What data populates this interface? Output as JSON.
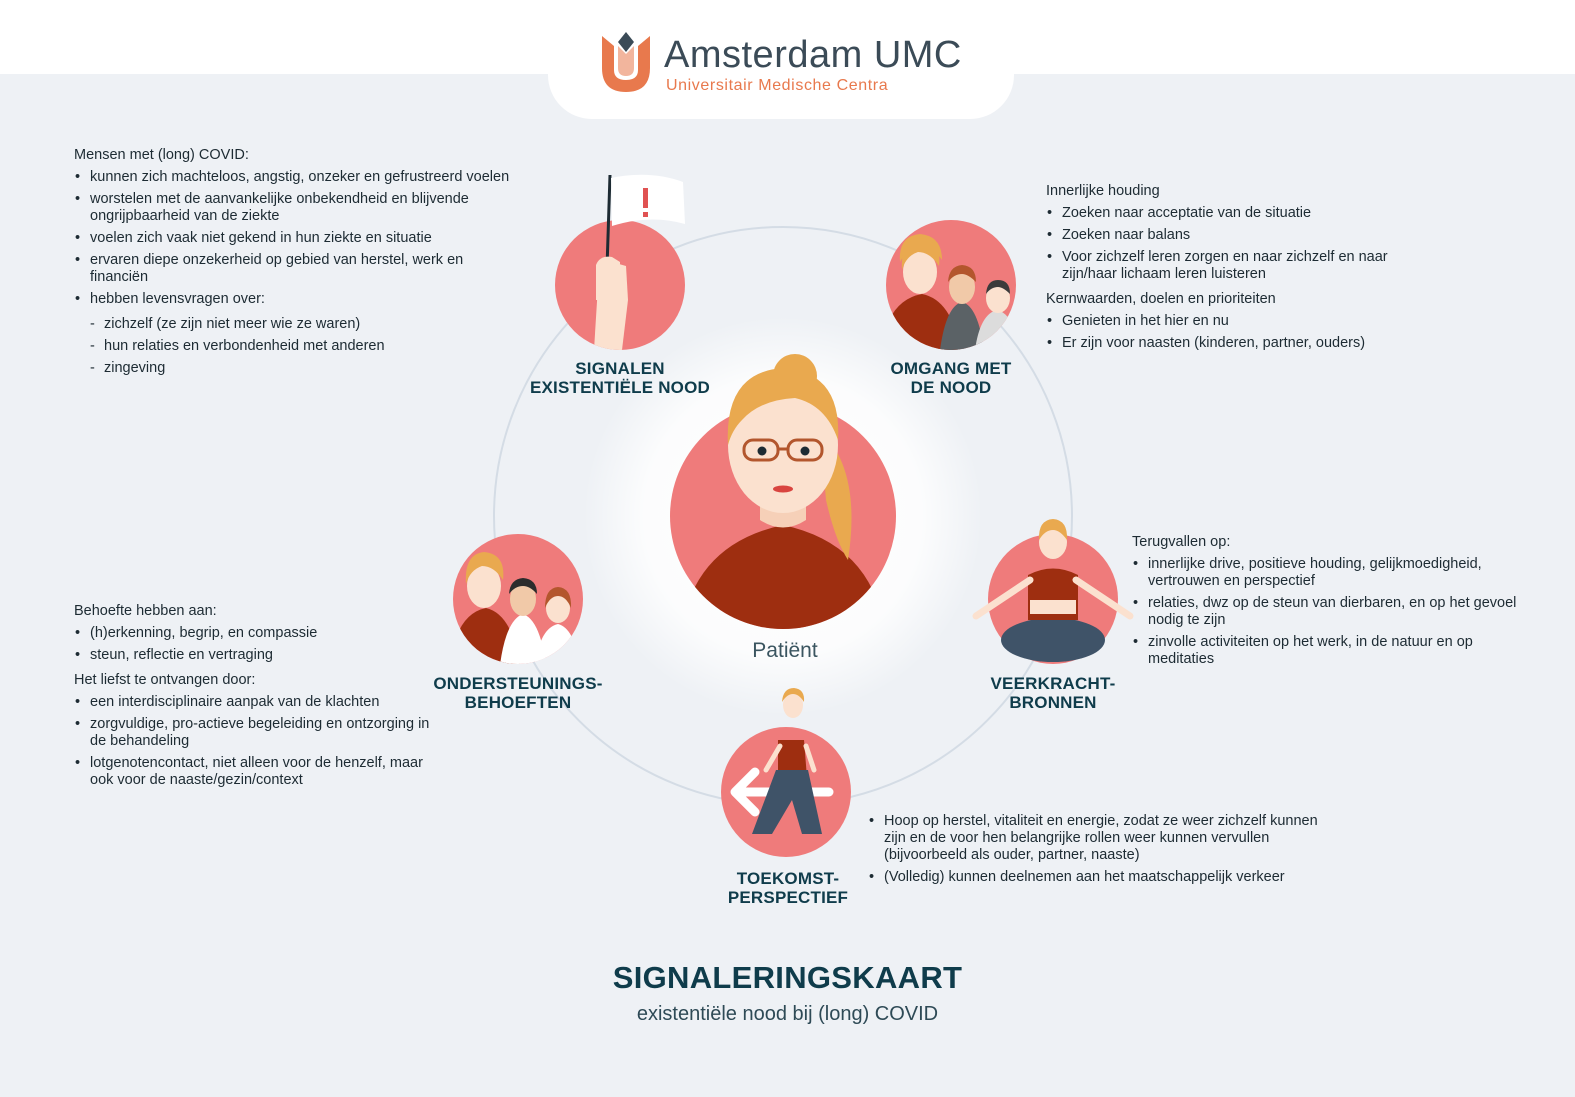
{
  "brand": {
    "name": "Amsterdam UMC",
    "subtitle": "Universitair Medische Centra",
    "accent_color": "#e8794d",
    "name_color": "#3b4b57"
  },
  "colors": {
    "circle_fill": "#ef7b7b",
    "ring": "#d4dce5",
    "title": "#0f3c4b",
    "background": "#eef1f5",
    "shirt": "#9e2e10",
    "hair": "#e9a94f"
  },
  "center": {
    "label": "Patiënt",
    "icon": "patient-illustration"
  },
  "sections": {
    "signals": {
      "title": "SIGNALEN\nEXISTENTIËLE NOOD",
      "icon": "hand-flag-icon",
      "heading": "Mensen met (long) COVID:",
      "items": [
        "kunnen zich machteloos, angstig, onzeker en gefrustreerd voelen",
        "worstelen met de aanvankelijke onbekendheid en blijvende ongrijpbaarheid van de ziekte",
        "voelen zich vaak niet gekend in hun ziekte en situatie",
        "ervaren diepe onzekerheid op gebied van herstel, werk en financiën",
        "hebben levensvragen over:"
      ],
      "subitems": [
        "zichzelf (ze zijn niet meer wie ze waren)",
        "hun relaties en verbondenheid met anderen",
        "zingeving"
      ]
    },
    "coping": {
      "title": "OMGANG MET\nDE NOOD",
      "icon": "family-icon",
      "heading1": "Innerlijke houding",
      "items1": [
        "Zoeken naar acceptatie van de situatie",
        "Zoeken naar balans",
        "Voor zichzelf leren zorgen en naar zichzelf en naar zijn/haar lichaam leren luisteren"
      ],
      "heading2": "Kernwaarden, doelen en prioriteiten",
      "items2": [
        "Genieten in het hier en nu",
        "Er zijn voor naasten (kinderen, partner, ouders)"
      ]
    },
    "resilience": {
      "title": "VEERKRACHT-\nBRONNEN",
      "icon": "meditation-icon",
      "heading": "Terugvallen op:",
      "items": [
        "innerlijke drive, positieve houding, gelijkmoedigheid, vertrouwen en perspectief",
        "relaties, dwz op de steun van dierbaren, en op het gevoel nodig te zijn",
        "zinvolle activiteiten op het werk, in de natuur en op meditaties"
      ]
    },
    "future": {
      "title": "TOEKOMST-\nPERSPECTIEF",
      "icon": "walking-woman-arrow-icon",
      "items": [
        "Hoop op herstel, vitaliteit en energie, zodat ze weer zichzelf kunnen zijn en de voor hen belangrijke rollen weer kunnen vervullen (bijvoorbeeld als ouder, partner, naaste)",
        "(Volledig) kunnen deelnemen aan het maatschappelijk verkeer"
      ]
    },
    "support": {
      "title": "ONDERSTEUNINGS-\nBEHOEFTEN",
      "icon": "care-team-icon",
      "heading1": "Behoefte hebben aan:",
      "items1": [
        "(h)erkenning, begrip, en compassie",
        "steun, reflectie en vertraging"
      ],
      "heading2": "Het liefst te ontvangen door:",
      "items2": [
        "een interdisciplinaire aanpak van de klachten",
        "zorgvuldige, pro-actieve begeleiding en ontzorging in de behandeling",
        "lotgenotencontact, niet alleen voor de henzelf, maar ook voor de naaste/gezin/context"
      ]
    }
  },
  "footer": {
    "title": "SIGNALERINGSKAART",
    "subtitle": "existentiële nood bij (long) COVID"
  }
}
